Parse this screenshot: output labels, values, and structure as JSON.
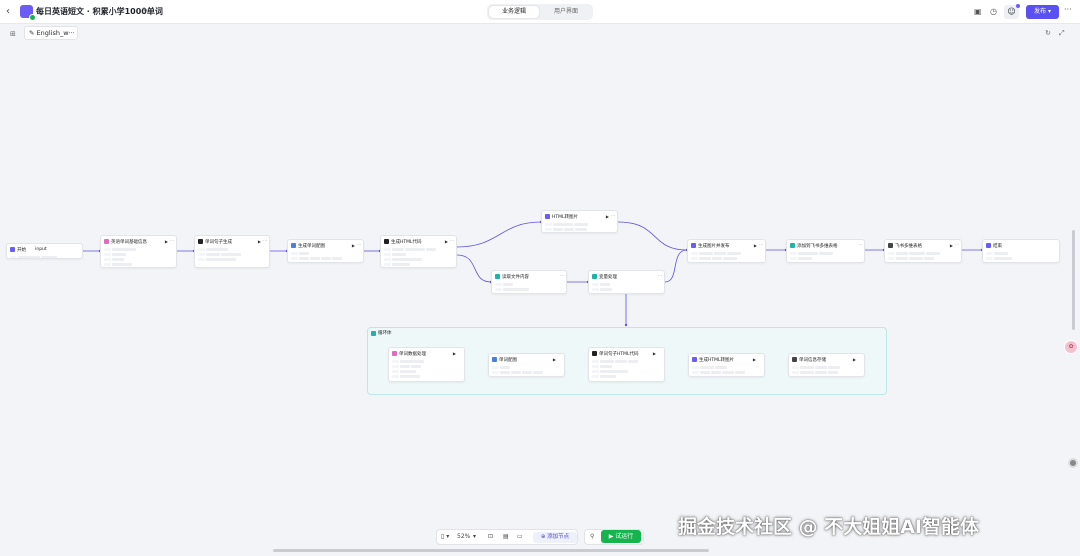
{
  "header": {
    "back_icon": "chevron-left-icon",
    "app_title": "每日英语短文 · 积累小学1000单词",
    "tabs": [
      {
        "label": "业务逻辑",
        "active": true
      },
      {
        "label": "用户界面",
        "active": false
      }
    ],
    "publish_label": "发布",
    "accent_color": "#5a4ff0"
  },
  "toolbar": {
    "workflow_name": "English_w···"
  },
  "nodes": [
    {
      "id": "start",
      "title": "开始",
      "label": "input",
      "color": "#6b5cf6"
    },
    {
      "id": "n1",
      "title": "英语单词基础信息",
      "color": "#e06cc1"
    },
    {
      "id": "n2",
      "title": "单词句子生成",
      "color": "#222222"
    },
    {
      "id": "n3",
      "title": "生成单词配图",
      "color": "#4a7fe0"
    },
    {
      "id": "n4",
      "title": "生成HTML代码",
      "color": "#222222"
    },
    {
      "id": "n5",
      "title": "HTML转图片",
      "color": "#6b5cf6"
    },
    {
      "id": "n6",
      "title": "读取文件内容",
      "color": "#1fb2a6"
    },
    {
      "id": "n7",
      "title": "变量处理",
      "color": "#1fb2a6"
    },
    {
      "id": "n8",
      "title": "生成图片并发布",
      "color": "#6b5cf6"
    },
    {
      "id": "n9",
      "title": "添加到飞书多维表格",
      "color": "#1fb2a6"
    },
    {
      "id": "n10",
      "title": "飞书多维表格",
      "color": "#444444"
    },
    {
      "id": "end",
      "title": "结束",
      "color": "#6b5cf6"
    }
  ],
  "group": {
    "title": "循环体",
    "nodes": [
      {
        "id": "g1",
        "title": "单词数据处理",
        "color": "#e06cc1"
      },
      {
        "id": "g2",
        "title": "单词配图",
        "color": "#4a7fe0"
      },
      {
        "id": "g3",
        "title": "单词句子HTML代码",
        "color": "#222222"
      },
      {
        "id": "g4",
        "title": "生成HTML转图片",
        "color": "#6b5cf6"
      },
      {
        "id": "g5",
        "title": "单词信息存储",
        "color": "#444444"
      }
    ]
  },
  "bottom_toolbar": {
    "zoom": "52%",
    "add_node_label": "添加节点",
    "run_label": "试运行"
  },
  "watermark": "掘金技术社区 @ 不大姐姐AI智能体",
  "edge_color": "#5b52e6"
}
